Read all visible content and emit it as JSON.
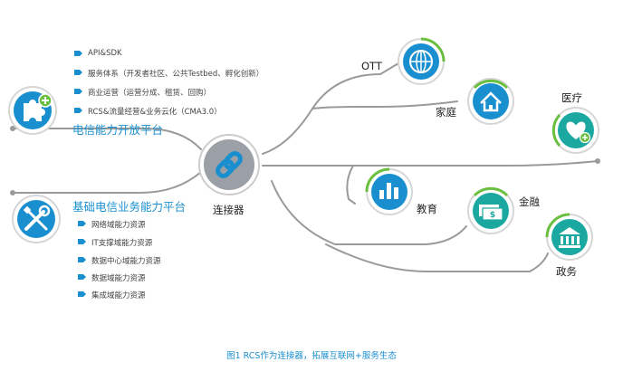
{
  "top_items": [
    "API&SDK",
    "服务体系（开发者社区、公共Testbed、孵化创新）",
    "商业运营（运营分成、租赁、回购）",
    "RCS&流量经营&业务云化（CMA3.0）"
  ],
  "top_platform": "电信能力开放平台",
  "bottom_platform": "基础电信业务能力平台",
  "bottom_items": [
    "网络域能力资源",
    "IT支撑域能力资源",
    "数据中心域能力资源",
    "数据域能力资源",
    "集成域能力资源"
  ],
  "connector_label": "连接器",
  "nodes": {
    "ott": "OTT",
    "home": "家庭",
    "medical": "医疗",
    "education": "教育",
    "finance": "金融",
    "government": "政务"
  },
  "caption": "图1  RCS作为连接器，拓展互联网+服务生态",
  "colors": {
    "blue": "#1a8fd0",
    "green": "#6abf3f",
    "teal": "#1aa8a0",
    "gray_line": "#9a9a9a"
  },
  "icons": {
    "top_platform": "puzzle-plus-icon",
    "bottom_platform": "tools-icon",
    "connector": "chain-link-icon",
    "ott": "globe-icon",
    "home": "house-icon",
    "medical": "heart-plus-icon",
    "education": "bar-chart-icon",
    "finance": "money-icon",
    "government": "building-icon"
  }
}
